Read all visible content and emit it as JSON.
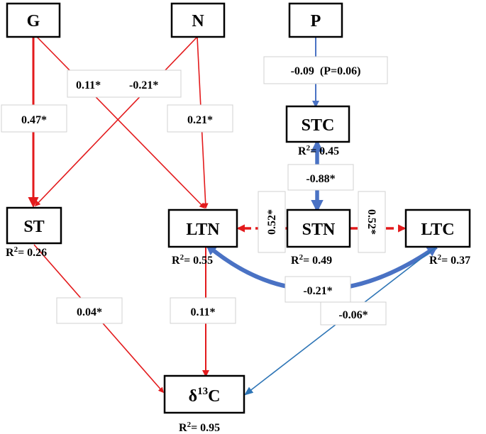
{
  "nodes": {
    "G": "G",
    "N": "N",
    "P": "P",
    "STC": "STC",
    "ST": "ST",
    "LTN": "LTN",
    "STN": "STN",
    "LTC": "LTC",
    "D13C": "δ13C"
  },
  "r2_prefix": "R",
  "r2_sup": "2",
  "r2_values": {
    "STC": "= 0.45",
    "ST": "= 0.26",
    "LTN": "= 0.55",
    "STN": "= 0.49",
    "LTC": "= 0.37",
    "D13C": "= 0.95"
  },
  "edge_labels": {
    "G_ST": "0.47*",
    "G_LTN": "0.11*",
    "N_ST": "-0.21*",
    "N_LTN": "0.21*",
    "P_STC": "-0.09  (P=0.06)",
    "STC_STN": "-0.88*",
    "STN_LTN": "0.52*",
    "STN_LTC": "0.52*",
    "LTN_LTC": "-0.21*",
    "ST_D13C": "0.04*",
    "LTN_D13C": "0.11*",
    "LTC_D13C": "-0.06*"
  },
  "colors": {
    "positive": "#e31a1c",
    "negative_strong": "#4a72c4",
    "negative_thin": "#2e75b6"
  }
}
